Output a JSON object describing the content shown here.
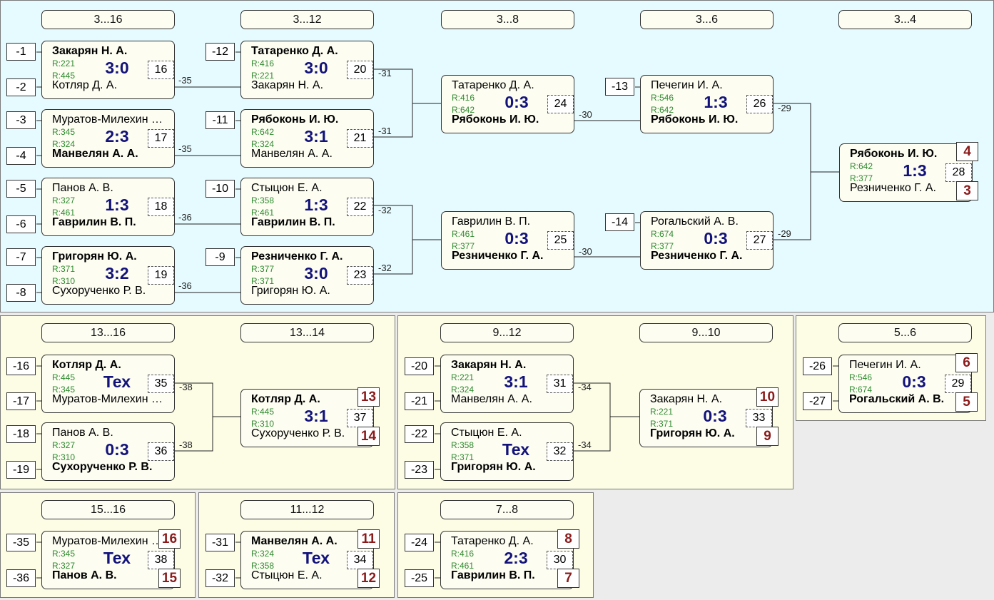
{
  "panels": [
    {
      "headers": [
        "3...16",
        "3...12",
        "3...8",
        "3...6",
        "3...4"
      ],
      "seeds": [
        "-1",
        "-2",
        "-3",
        "-4",
        "-5",
        "-6",
        "-7",
        "-8",
        "-12",
        "-11",
        "-10",
        "-9",
        "-13",
        "-14"
      ],
      "matches": [
        {
          "n1": "Закарян Н. А.",
          "r1": "R:221",
          "n2": "Котляр Д. А.",
          "r2": "R:445",
          "score": "3:0",
          "num": "16",
          "winner": 1
        },
        {
          "n1": "Муратов-Милехин А. П.",
          "r1": "R:345",
          "n2": "Манвелян А. А.",
          "r2": "R:324",
          "score": "2:3",
          "num": "17",
          "winner": 2
        },
        {
          "n1": "Панов А. В.",
          "r1": "R:327",
          "n2": "Гаврилин В. П.",
          "r2": "R:461",
          "score": "1:3",
          "num": "18",
          "winner": 2
        },
        {
          "n1": "Григорян Ю. А.",
          "r1": "R:371",
          "n2": "Сухорученко Р. В.",
          "r2": "R:310",
          "score": "3:2",
          "num": "19",
          "winner": 1
        },
        {
          "n1": "Татаренко Д. А.",
          "r1": "R:416",
          "n2": "Закарян Н. А.",
          "r2": "R:221",
          "score": "3:0",
          "num": "20",
          "winner": 1
        },
        {
          "n1": "Рябоконь И. Ю.",
          "r1": "R:642",
          "n2": "Манвелян А. А.",
          "r2": "R:324",
          "score": "3:1",
          "num": "21",
          "winner": 1
        },
        {
          "n1": "Стыцюн Е. А.",
          "r1": "R:358",
          "n2": "Гаврилин В. П.",
          "r2": "R:461",
          "score": "1:3",
          "num": "22",
          "winner": 2
        },
        {
          "n1": "Резниченко Г. А.",
          "r1": "R:377",
          "n2": "Григорян Ю. А.",
          "r2": "R:371",
          "score": "3:0",
          "num": "23",
          "winner": 1
        },
        {
          "n1": "Татаренко Д. А.",
          "r1": "R:416",
          "n2": "Рябоконь И. Ю.",
          "r2": "R:642",
          "score": "0:3",
          "num": "24",
          "winner": 2
        },
        {
          "n1": "Гаврилин В. П.",
          "r1": "R:461",
          "n2": "Резниченко Г. А.",
          "r2": "R:377",
          "score": "0:3",
          "num": "25",
          "winner": 2
        },
        {
          "n1": "Печегин И. А.",
          "r1": "R:546",
          "n2": "Рябоконь И. Ю.",
          "r2": "R:642",
          "score": "1:3",
          "num": "26",
          "winner": 2
        },
        {
          "n1": "Рогальский А. В.",
          "r1": "R:674",
          "n2": "Резниченко Г. А.",
          "r2": "R:377",
          "score": "0:3",
          "num": "27",
          "winner": 2
        },
        {
          "n1": "Рябоконь И. Ю.",
          "r1": "R:642",
          "n2": "Резниченко Г. А.",
          "r2": "R:377",
          "score": "1:3",
          "num": "28",
          "winner": 1,
          "p1": "4",
          "p2": "3"
        }
      ],
      "labels": [
        "-35",
        "-35",
        "-36",
        "-36",
        "-31",
        "-31",
        "-32",
        "-32",
        "-30",
        "-30",
        "-29",
        "-29"
      ]
    },
    {
      "headers": [
        "13...16",
        "13...14"
      ],
      "seeds": [
        "-16",
        "-17",
        "-18",
        "-19"
      ],
      "matches": [
        {
          "n1": "Котляр Д. А.",
          "r1": "R:445",
          "n2": "Муратов-Милехин А. П.",
          "r2": "R:345",
          "score": "Тех",
          "num": "35",
          "winner": 1
        },
        {
          "n1": "Панов А. В.",
          "r1": "R:327",
          "n2": "Сухорученко Р. В.",
          "r2": "R:310",
          "score": "0:3",
          "num": "36",
          "winner": 2
        },
        {
          "n1": "Котляр Д. А.",
          "r1": "R:445",
          "n2": "Сухорученко Р. В.",
          "r2": "R:310",
          "score": "3:1",
          "num": "37",
          "winner": 1,
          "p1": "13",
          "p2": "14"
        }
      ],
      "labels": [
        "-38",
        "-38"
      ]
    },
    {
      "headers": [
        "9...12",
        "9...10"
      ],
      "seeds": [
        "-20",
        "-21",
        "-22",
        "-23"
      ],
      "matches": [
        {
          "n1": "Закарян Н. А.",
          "r1": "R:221",
          "n2": "Манвелян А. А.",
          "r2": "R:324",
          "score": "3:1",
          "num": "31",
          "winner": 1
        },
        {
          "n1": "Стыцюн Е. А.",
          "r1": "R:358",
          "n2": "Григорян Ю. А.",
          "r2": "R:371",
          "score": "Тех",
          "num": "32",
          "winner": 2
        },
        {
          "n1": "Закарян Н. А.",
          "r1": "R:221",
          "n2": "Григорян Ю. А.",
          "r2": "R:371",
          "score": "0:3",
          "num": "33",
          "winner": 2,
          "p1": "10",
          "p2": "9"
        }
      ],
      "labels": [
        "-34",
        "-34"
      ]
    },
    {
      "headers": [
        "5...6"
      ],
      "seeds": [
        "-26",
        "-27"
      ],
      "matches": [
        {
          "n1": "Печегин И. А.",
          "r1": "R:546",
          "n2": "Рогальский А. В.",
          "r2": "R:674",
          "score": "0:3",
          "num": "29",
          "winner": 2,
          "p1": "6",
          "p2": "5"
        }
      ],
      "labels": []
    },
    {
      "headers": [
        "15...16"
      ],
      "seeds": [
        "-35",
        "-36"
      ],
      "matches": [
        {
          "n1": "Муратов-Милехин А. П.",
          "r1": "R:345",
          "n2": "Панов А. В.",
          "r2": "R:327",
          "score": "Тех",
          "num": "38",
          "winner": 2,
          "p1": "16",
          "p2": "15"
        }
      ],
      "labels": []
    },
    {
      "headers": [
        "11...12"
      ],
      "seeds": [
        "-31",
        "-32"
      ],
      "matches": [
        {
          "n1": "Манвелян А. А.",
          "r1": "R:324",
          "n2": "Стыцюн Е. А.",
          "r2": "R:358",
          "score": "Тех",
          "num": "34",
          "winner": 1,
          "p1": "11",
          "p2": "12"
        }
      ],
      "labels": []
    },
    {
      "headers": [
        "7...8"
      ],
      "seeds": [
        "-24",
        "-25"
      ],
      "matches": [
        {
          "n1": "Татаренко Д. А.",
          "r1": "R:416",
          "n2": "Гаврилин В. П.",
          "r2": "R:461",
          "score": "2:3",
          "num": "30",
          "winner": 2,
          "p1": "8",
          "p2": "7"
        }
      ],
      "labels": []
    }
  ]
}
